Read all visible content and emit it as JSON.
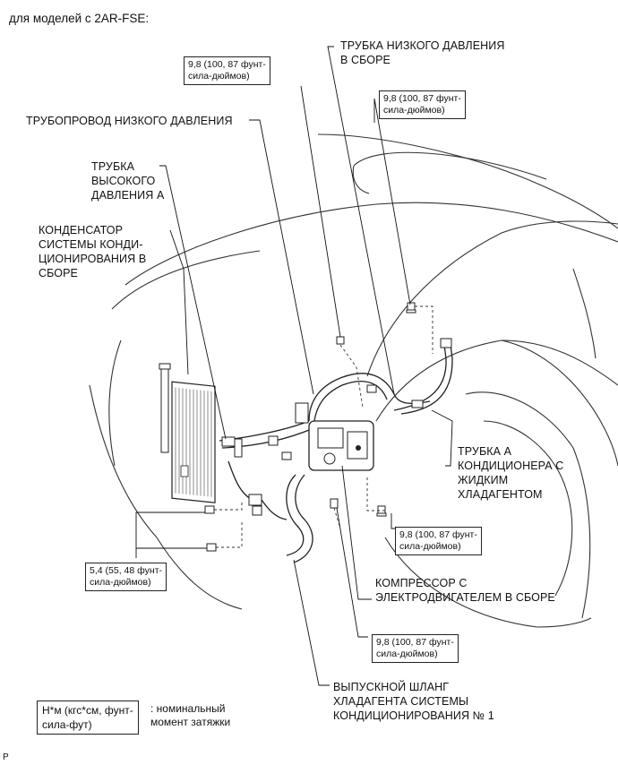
{
  "header": {
    "model_note": "для моделей с 2AR-FSE:"
  },
  "callouts": {
    "low_pressure_tube": [
      "ТРУБКА НИЗКОГО ДАВЛЕНИЯ",
      "В СБОРЕ"
    ],
    "low_pressure_pipe": [
      "ТРУБОПРОВОД НИЗКОГО ДАВЛЕНИЯ"
    ],
    "high_pressure_tube": [
      "ТРУБКА",
      "ВЫСОКОГО",
      "ДАВЛЕНИЯ А"
    ],
    "condenser": [
      "КОНДЕНСАТОР",
      "СИСТЕМЫ КОНДИ-",
      "ЦИОНИРОВАНИЯ В",
      "СБОРЕ"
    ],
    "liquid_tube": [
      "ТРУБКА А",
      "КОНДИЦИОНЕРА С",
      "ЖИДКИМ",
      "ХЛАДАГЕНТОМ"
    ],
    "compressor": [
      "КОМПРЕССОР С",
      "ЭЛЕКТРОДВИГАТЕЛЕМ В СБОРЕ"
    ],
    "discharge_hose": [
      "ВЫПУСКНОЙ ШЛАНГ",
      "ХЛАДАГЕНТА СИСТЕМЫ",
      "КОНДИЦИОНИРОВАНИЯ № 1"
    ]
  },
  "torques": {
    "t1": [
      "9,8 (100, 87 фунт-",
      "сила-дюймов)"
    ],
    "t2": [
      "9,8 (100, 87 фунт-",
      "сила-дюймов)"
    ],
    "t3": [
      "9,8 (100, 87 фунт-",
      "сила-дюймов)"
    ],
    "t4": [
      "9,8 (100, 87 фунт-",
      "сила-дюймов)"
    ],
    "t5": [
      "5,4 (55, 48 фунт-",
      "сила-дюймов)"
    ]
  },
  "legend": {
    "unit_box": [
      "Н*м (кгс*см, фунт-",
      "сила-фут)"
    ],
    "meaning": [
      ": номинальный",
      "момент затяжки"
    ]
  },
  "figure_id": "P"
}
